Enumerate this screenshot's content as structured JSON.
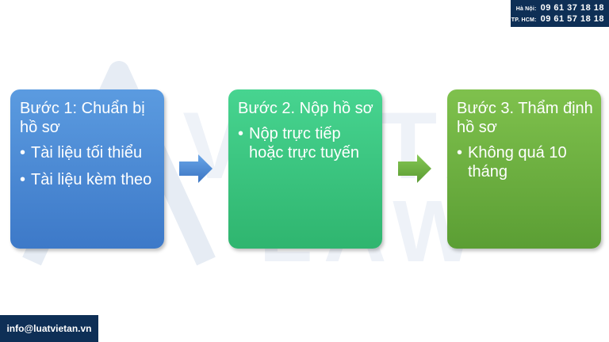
{
  "header": {
    "hotlines": [
      {
        "label": "Hà Nội:",
        "number": "09 61 37 18 18"
      },
      {
        "label": "TP. HCM:",
        "number": "09 61 57 18 18"
      }
    ]
  },
  "watermark": {
    "text_top": "VIETAN",
    "text_bottom": "LAW"
  },
  "steps": [
    {
      "title": "Bước 1: Chuẩn bị hồ sơ",
      "items": [
        "Tài liệu tối thiểu",
        "Tài liệu kèm theo"
      ],
      "color": "#4a89d8"
    },
    {
      "title": "Bước 2. Nộp hồ sơ",
      "items": [
        "Nộp trực tiếp hoặc trực tuyến"
      ],
      "color": "#3cc683"
    },
    {
      "title": "Bước 3. Thẩm định hồ sơ",
      "items": [
        "Không quá 10 tháng"
      ],
      "color": "#6caf40"
    }
  ],
  "arrows": [
    {
      "color": "#4a89d8"
    },
    {
      "color": "#6caf40"
    }
  ],
  "footer": {
    "email": "info@luatvietan.vn"
  }
}
